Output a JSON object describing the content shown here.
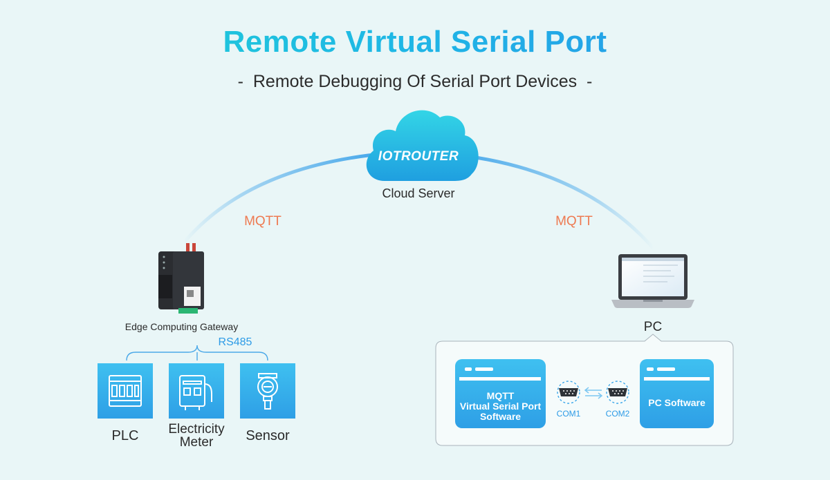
{
  "header": {
    "title": "Remote Virtual Serial Port",
    "subtitle": "-  Remote Debugging Of Serial Port Devices  -"
  },
  "cloud": {
    "logo_text": "IOTROUTER",
    "label": "Cloud Server"
  },
  "links": {
    "left_protocol": "MQTT",
    "right_protocol": "MQTT",
    "bus_protocol": "RS485"
  },
  "gateway": {
    "label": "Edge Computing Gateway"
  },
  "devices": [
    {
      "name": "PLC",
      "icon": "plc-icon"
    },
    {
      "name_line1": "Electricity",
      "name_line2": "Meter",
      "icon": "electricity-meter-icon"
    },
    {
      "name": "Sensor",
      "icon": "sensor-icon"
    }
  ],
  "pc": {
    "label": "PC",
    "virtual_port_software": {
      "line1": "MQTT",
      "line2": "Virtual Serial Port",
      "line3": "Software"
    },
    "pc_software": "PC Software",
    "com1": "COM1",
    "com2": "COM2"
  },
  "colors": {
    "title_gradient_start": "#1fd3d3",
    "title_gradient_end": "#2a8fe8",
    "accent_blue": "#2d9be6",
    "mqtt_orange": "#ee7a51",
    "background": "#e9f6f7"
  }
}
